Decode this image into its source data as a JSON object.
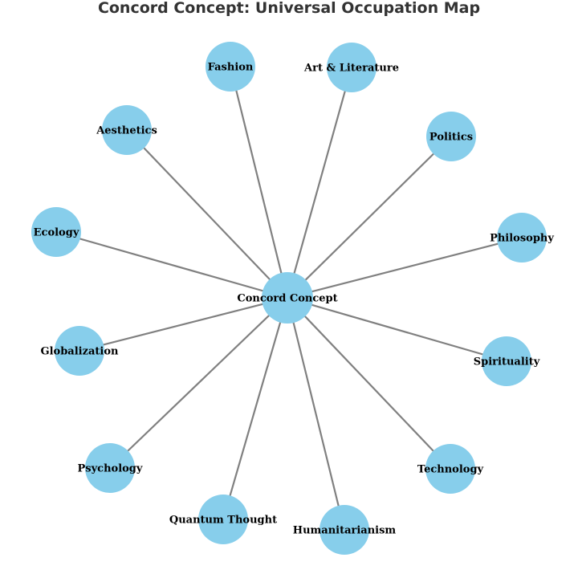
{
  "title": "Concord Concept: Universal Occupation Map",
  "colors": {
    "node_fill": "#87CEEB",
    "edge": "#808080",
    "title": "#333333",
    "label": "#000000"
  },
  "center": {
    "label": "Concord Concept"
  },
  "nodes": [
    {
      "label": "Fashion"
    },
    {
      "label": "Art & Literature"
    },
    {
      "label": "Politics"
    },
    {
      "label": "Philosophy"
    },
    {
      "label": "Spirituality"
    },
    {
      "label": "Technology"
    },
    {
      "label": "Humanitarianism"
    },
    {
      "label": "Quantum Thought"
    },
    {
      "label": "Psychology"
    },
    {
      "label": "Globalization"
    },
    {
      "label": "Ecology"
    },
    {
      "label": "Aesthetics"
    }
  ]
}
